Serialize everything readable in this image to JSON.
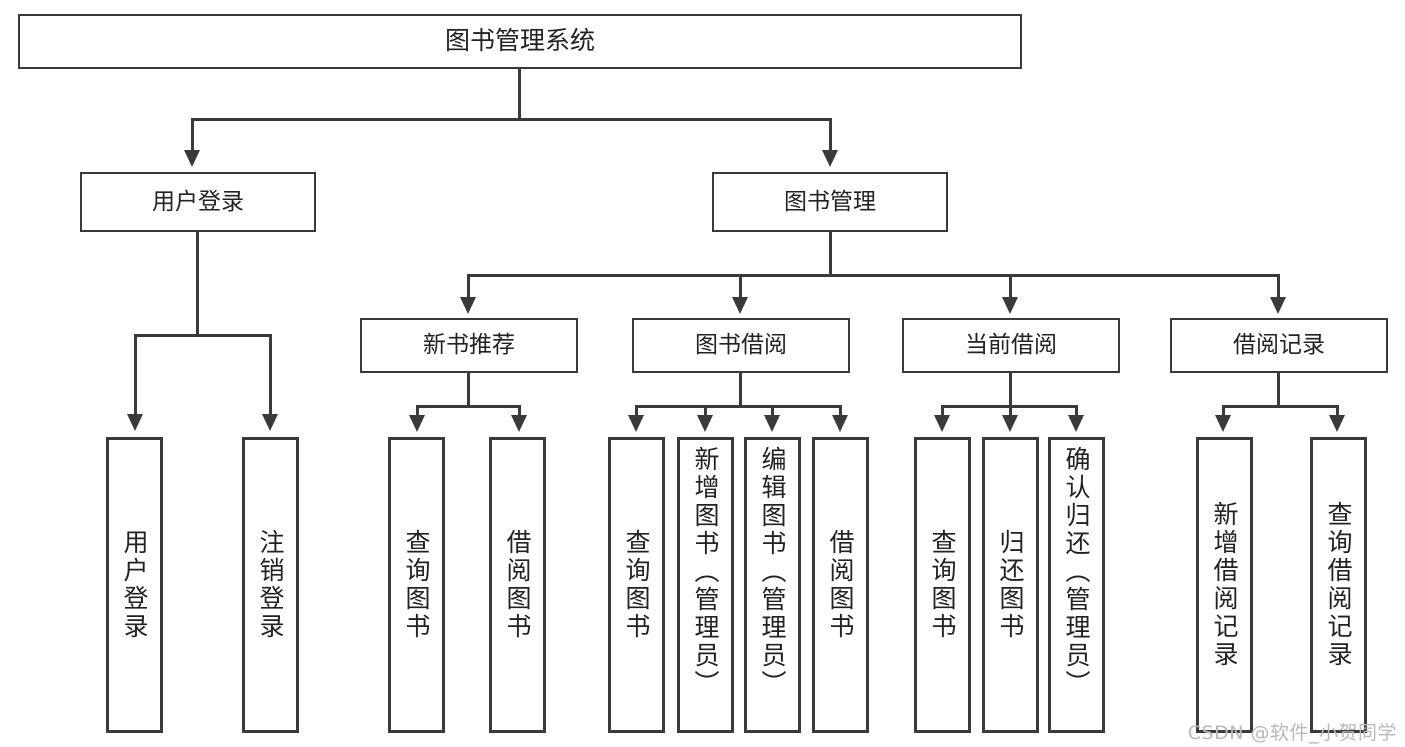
{
  "diagram": {
    "type": "tree-hierarchy",
    "title": "图书管理系统",
    "watermark": "CSDN @软件_小贺同学",
    "colors": {
      "stroke": "#3a3a3a",
      "fill": "#ffffff",
      "text": "#222222",
      "watermark": "#b9b9b9"
    },
    "root": {
      "label": "图书管理系统"
    },
    "level2": [
      {
        "label": "用户登录"
      },
      {
        "label": "图书管理"
      }
    ],
    "level3": [
      {
        "label": "新书推荐"
      },
      {
        "label": "图书借阅"
      },
      {
        "label": "当前借阅"
      },
      {
        "label": "借阅记录"
      }
    ],
    "leaves": {
      "user_login": [
        {
          "label": "用户登录"
        },
        {
          "label": "注销登录"
        }
      ],
      "new_book": [
        {
          "label": "查询图书"
        },
        {
          "label": "借阅图书"
        }
      ],
      "borrow_book": [
        {
          "label": "查询图书"
        },
        {
          "label": "新增图书（管理员）"
        },
        {
          "label": "编辑图书（管理员）"
        },
        {
          "label": "借阅图书"
        }
      ],
      "current_borrow": [
        {
          "label": "查询图书"
        },
        {
          "label": "归还图书"
        },
        {
          "label": "确认归还（管理员）"
        }
      ],
      "borrow_record": [
        {
          "label": "新增借阅记录"
        },
        {
          "label": "查询借阅记录"
        }
      ]
    }
  }
}
